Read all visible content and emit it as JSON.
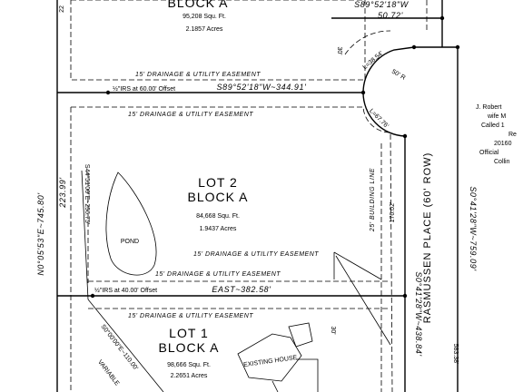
{
  "lot_top": {
    "block": "BLOCK A",
    "area_sqft": "95,208 Squ. Ft.",
    "area_acres": "2.1857 Acres"
  },
  "lot2": {
    "lot": "LOT 2",
    "block": "BLOCK A",
    "area_sqft": "84,668 Squ. Ft.",
    "area_acres": "1.9437 Acres"
  },
  "lot1": {
    "lot": "LOT 1",
    "block": "BLOCK A",
    "area_sqft": "98,666 Squ. Ft.",
    "area_acres": "2.2651 Acres"
  },
  "easements": {
    "drainage_utility": "15' DRAINAGE & UTILITY EASEMENT",
    "building_line": "25' BUILDING LINE",
    "setback": "30'"
  },
  "bearings": {
    "top_line": "S89°52'18\"W",
    "top_line_dist": "50.72'",
    "mid_line": "S89°52'18\"W~344.91'",
    "east_line": "EAST~382.58'",
    "west_line": "N0°05'53\"E~745.80'",
    "west_dim": "223.99'",
    "pond_line": "S44°51'00\"E~256.75'",
    "south_line": "S0°00'00\"E~110.00'",
    "variable": "VARIABLE",
    "road_line": "S0°41'28\"W~438.84'",
    "road_line_2": "S0°41'28\"W~759.09'",
    "road_dim": "583.38'",
    "curve1": "L=38.54'",
    "radius": "50' R",
    "curve2": "L=67.76'",
    "building_dim": "176.02'",
    "top_partial": "22"
  },
  "irs": {
    "top": "½\"IRS at 60.00' Offset",
    "mid": "½\"IRS at 40.00' Offset"
  },
  "labels": {
    "pond": "POND",
    "existing_house": "EXISTING HOUSE",
    "street": "RASMUSSEN PLACE (60' ROW)"
  },
  "owner_note": {
    "lines": [
      "J. Robert",
      "wife M",
      "Called 1",
      "Re",
      "20160",
      "Official",
      "Collin"
    ]
  }
}
